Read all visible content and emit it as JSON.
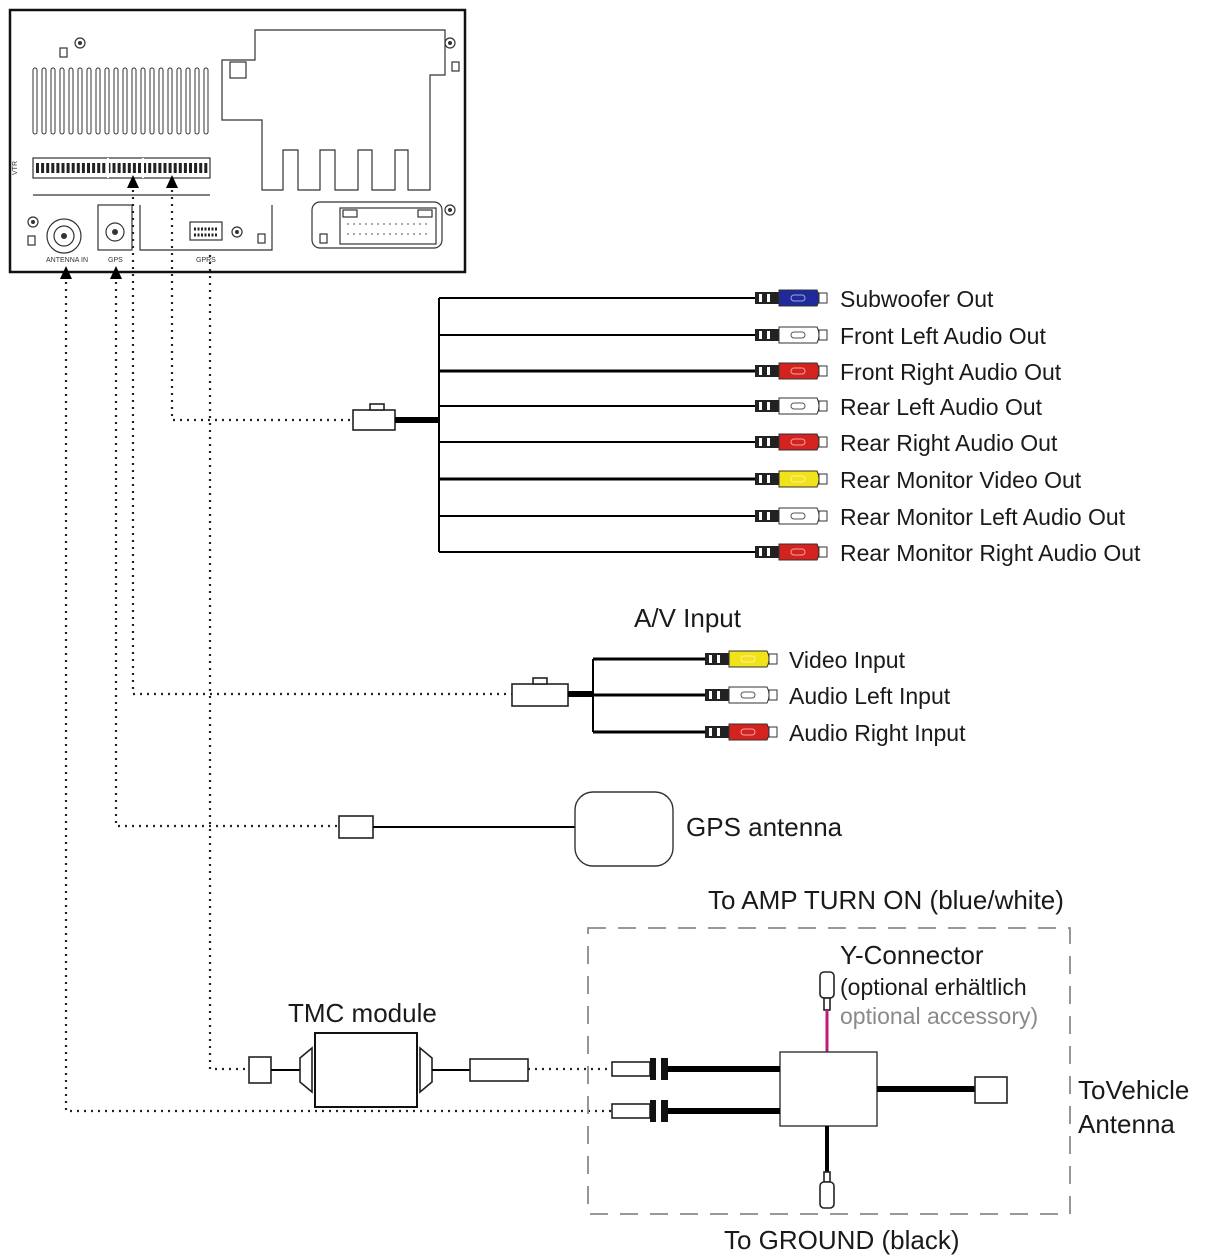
{
  "head_unit": {
    "port_labels": [
      "ANTENNA IN",
      "GPS",
      "GPRS"
    ],
    "side_label": "VTR"
  },
  "rca_outputs": [
    {
      "label": "Subwoofer Out",
      "plug_color": "#1f2a9a"
    },
    {
      "label": "Front Left Audio Out",
      "plug_color": "#ffffff"
    },
    {
      "label": "Front Right Audio Out",
      "plug_color": "#d4221f"
    },
    {
      "label": "Rear Left Audio Out",
      "plug_color": "#ffffff"
    },
    {
      "label": "Rear Right Audio Out",
      "plug_color": "#d4221f"
    },
    {
      "label": "Rear Monitor Video Out",
      "plug_color": "#f2e21a"
    },
    {
      "label": "Rear Monitor Left Audio Out",
      "plug_color": "#ffffff"
    },
    {
      "label": "Rear Monitor Right Audio Out",
      "plug_color": "#d4221f"
    }
  ],
  "av_input": {
    "title": "A/V Input",
    "items": [
      {
        "label": "Video Input",
        "plug_color": "#f2e21a"
      },
      {
        "label": "Audio Left Input",
        "plug_color": "#ffffff"
      },
      {
        "label": "Audio Right Input",
        "plug_color": "#d4221f"
      }
    ]
  },
  "gps": {
    "label": "GPS antenna"
  },
  "tmc": {
    "label": "TMC module"
  },
  "amp": {
    "label": "To AMP TURN ON (blue/white)",
    "wire_color": "#c4177a"
  },
  "y_connector": {
    "title": "Y-Connector",
    "note_line1": "(optional erhältlich",
    "note_line2": "optional accessory)"
  },
  "vehicle_antenna": {
    "line1": "ToVehicle",
    "line2": "Antenna"
  },
  "ground": {
    "label": "To GROUND (black)"
  }
}
